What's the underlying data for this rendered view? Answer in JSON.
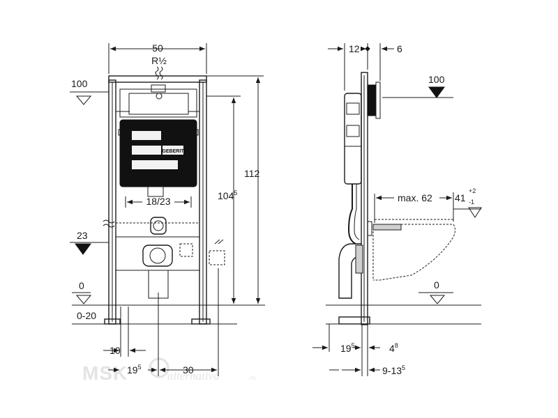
{
  "front_view": {
    "width_label": "50",
    "pipe_label": "R½",
    "level_top": "100",
    "level_mid": "23",
    "level_floor": "0",
    "floor_range": "0-20",
    "height_total": "112",
    "height_frame": "104",
    "height_frame_sup": "5",
    "bolt_spacing": "18/23",
    "bottom_left": "10",
    "bottom_offset": "19",
    "bottom_offset_sup": "5",
    "bottom_right": "30",
    "panel_brand": "GEBERIT"
  },
  "side_view": {
    "top_left": "12",
    "top_right": "6",
    "level_top": "100",
    "level_floor": "0",
    "bowl_depth": "max. 62",
    "bowl_height": "41",
    "bowl_height_sup": "+2",
    "bowl_height_sub": "-1",
    "bottom_offset": "19",
    "bottom_offset_sup": "5",
    "bottom_wall": "4",
    "bottom_wall_sup": "8",
    "bottom_range": "9-13",
    "bottom_range_sup": "5"
  },
  "watermark": {
    "brand": "MSK",
    "script": "alternativa",
    "domain": ".ru"
  }
}
